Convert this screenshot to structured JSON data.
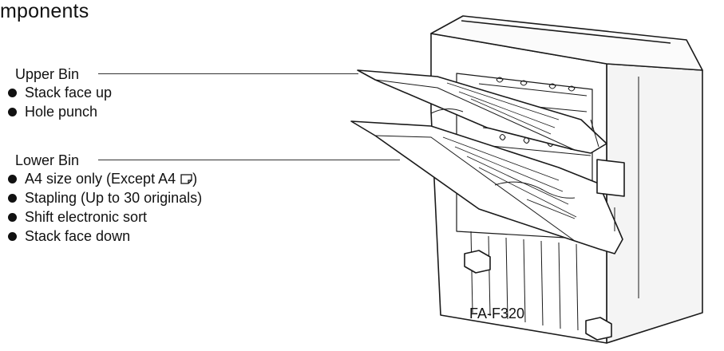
{
  "title": "mponents",
  "upper_bin": {
    "heading": "Upper Bin",
    "items": [
      "Stack face up",
      "Hole punch"
    ]
  },
  "lower_bin": {
    "heading": "Lower Bin",
    "items": [
      "A4 size only (Except A4",
      "Stapling (Up to 30 originals)",
      "Shift electronic sort",
      "Stack face down"
    ],
    "closing_paren": ")"
  },
  "model": "FA-F320",
  "icons": {
    "bullet": "bullet-dot-icon",
    "orientation": "landscape-paper-icon"
  }
}
